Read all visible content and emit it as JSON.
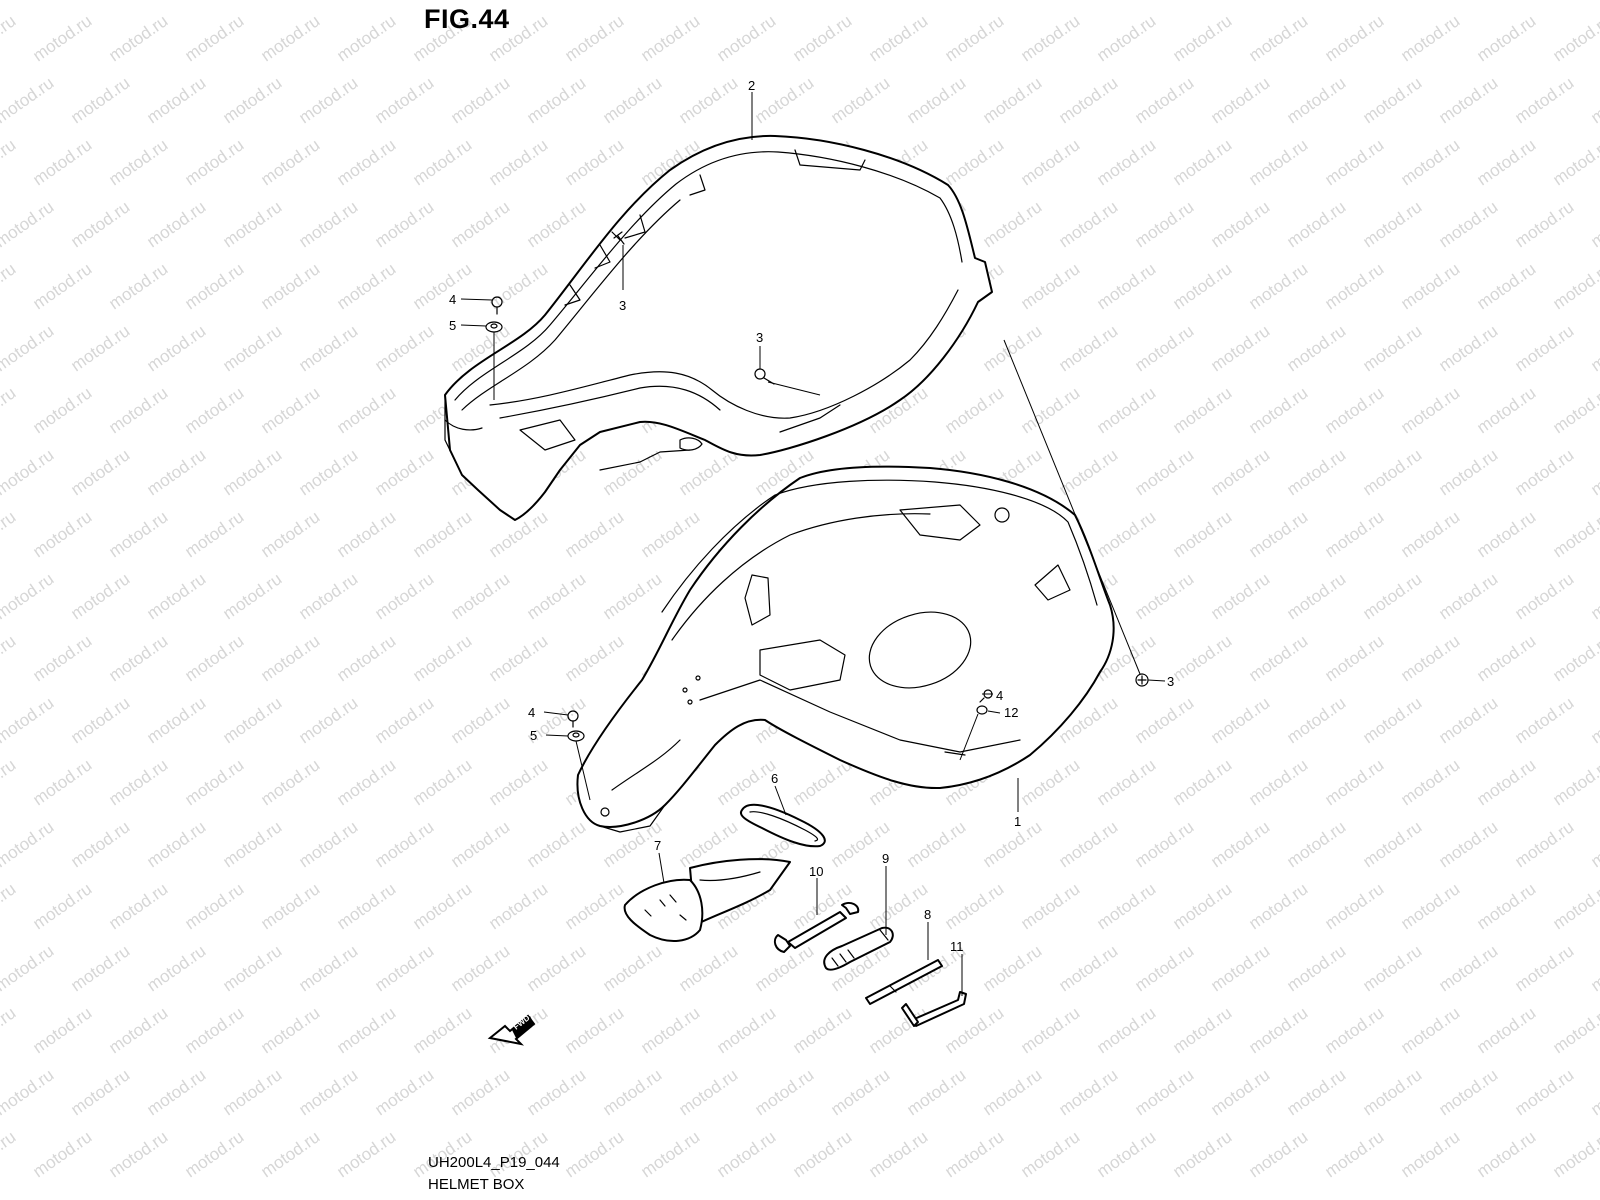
{
  "figure": {
    "title": "FIG.44",
    "code": "UH200L4_P19_044",
    "name": "HELMET BOX"
  },
  "watermark": {
    "text": "motod.ru",
    "color": "#d6d6d6"
  },
  "callouts": {
    "c2": "2",
    "c4a": "4",
    "c5a": "5",
    "c3a": "3",
    "c3b": "3",
    "c3c": "3",
    "c4b": "4",
    "c12": "12",
    "c4c": "4",
    "c5b": "5",
    "c1": "1",
    "c6": "6",
    "c7": "7",
    "c10": "10",
    "c9": "9",
    "c8": "8",
    "c11": "11"
  },
  "fwd_label": "FWD"
}
